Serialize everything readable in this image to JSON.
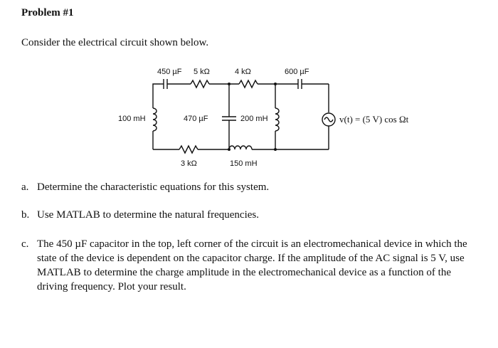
{
  "problem": {
    "title": "Problem #1",
    "intro": "Consider the electrical circuit shown below."
  },
  "circuit": {
    "c_top_left": "450 µF",
    "r_top_left": "5 kΩ",
    "r_top_mid": "4 kΩ",
    "c_top_right": "600 µF",
    "l_left": "100 mH",
    "c_mid": "470 µF",
    "l_mid": "200 mH",
    "source": "v(t) = (5 V) cos Ωt",
    "r_bottom": "3 kΩ",
    "l_bottom": "150 mH"
  },
  "items": [
    {
      "label": "a.",
      "text": "Determine the characteristic equations for this system."
    },
    {
      "label": "b.",
      "text": "Use MATLAB to determine the natural frequencies."
    },
    {
      "label": "c.",
      "text": "The 450 µF capacitor in the top, left corner of the circuit is an electromechanical device in which the state of the device is dependent on the capacitor charge. If the amplitude of the AC signal is 5 V, use MATLAB to determine the charge amplitude in the electromechanical device as a function of the driving frequency. Plot your result."
    }
  ]
}
